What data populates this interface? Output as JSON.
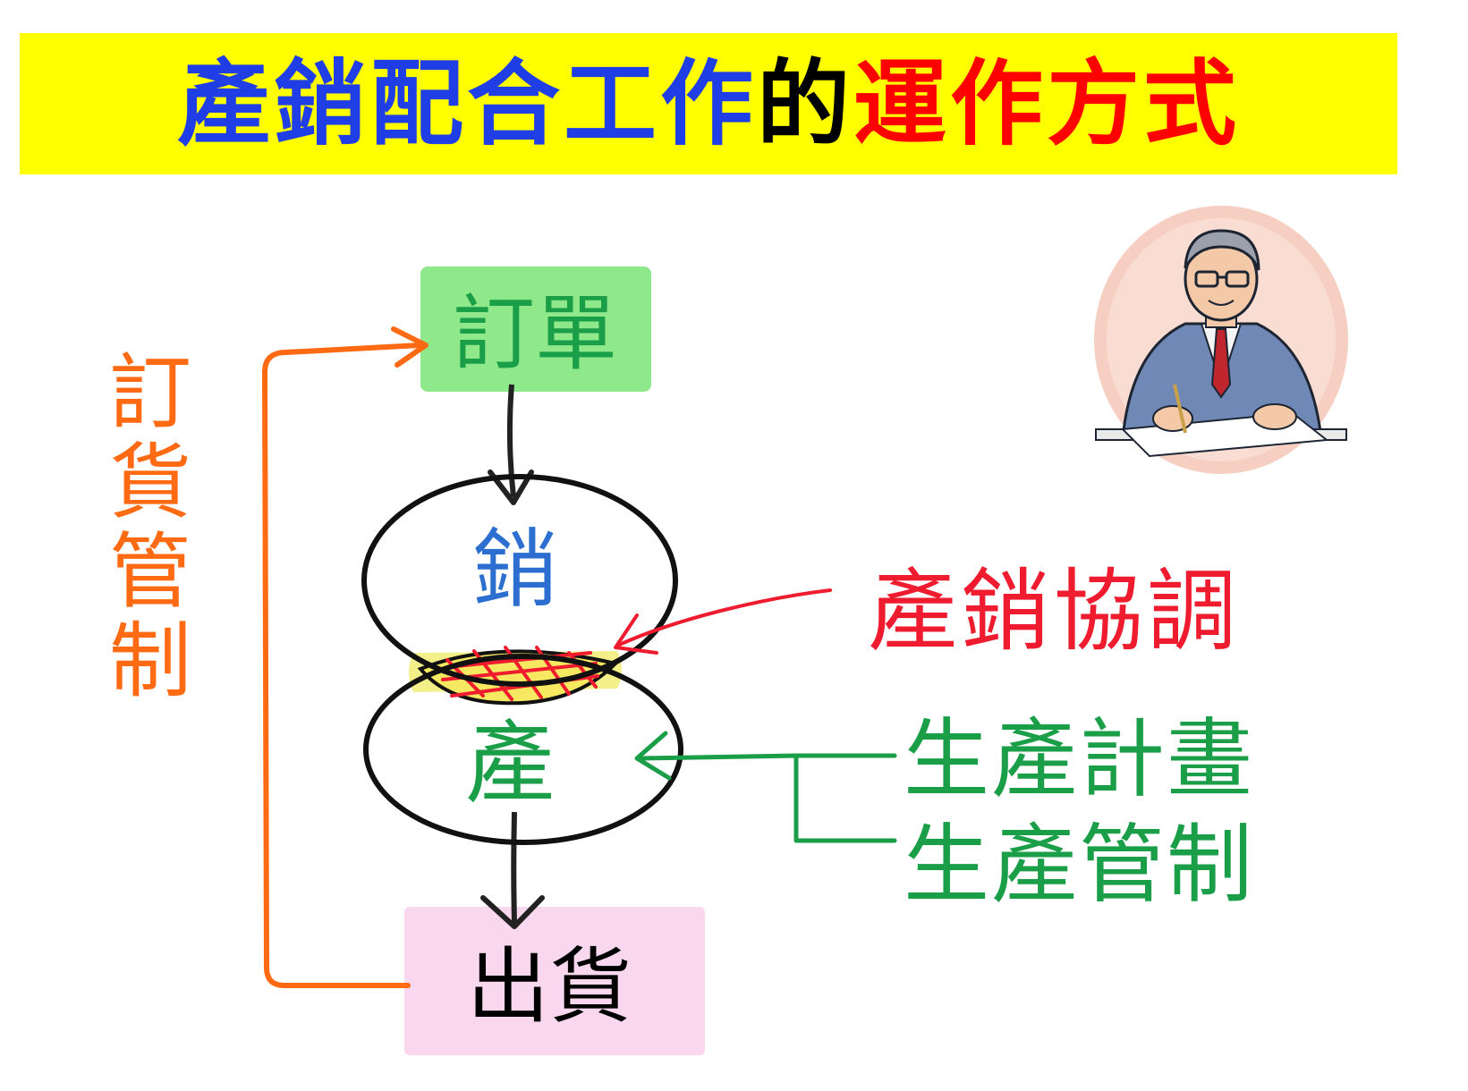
{
  "title": {
    "part1": "產銷配合工作",
    "part2": "的",
    "part3": "運作方式",
    "colors": {
      "part1": "#1f3ee6",
      "part2": "#000000",
      "part3": "#ff0000",
      "background": "#ffff00"
    }
  },
  "diagram": {
    "order_box": "訂單",
    "sales_circle": "銷",
    "production_circle": "產",
    "shipping_box": "出貨",
    "order_control": "訂貨管制",
    "coordination": "產銷協調",
    "production_plan": "生產計畫",
    "production_control": "生產管制",
    "colors": {
      "order_box": "#8fe88a",
      "shipping_box": "#f9d7ee",
      "overlap": "#f3f08a",
      "orange": "#ff6a13",
      "green": "#1a9e48",
      "blue": "#2c6fd0",
      "red": "#ee1c2e"
    }
  },
  "figure": {
    "icon": "businessman-writing-icon"
  }
}
